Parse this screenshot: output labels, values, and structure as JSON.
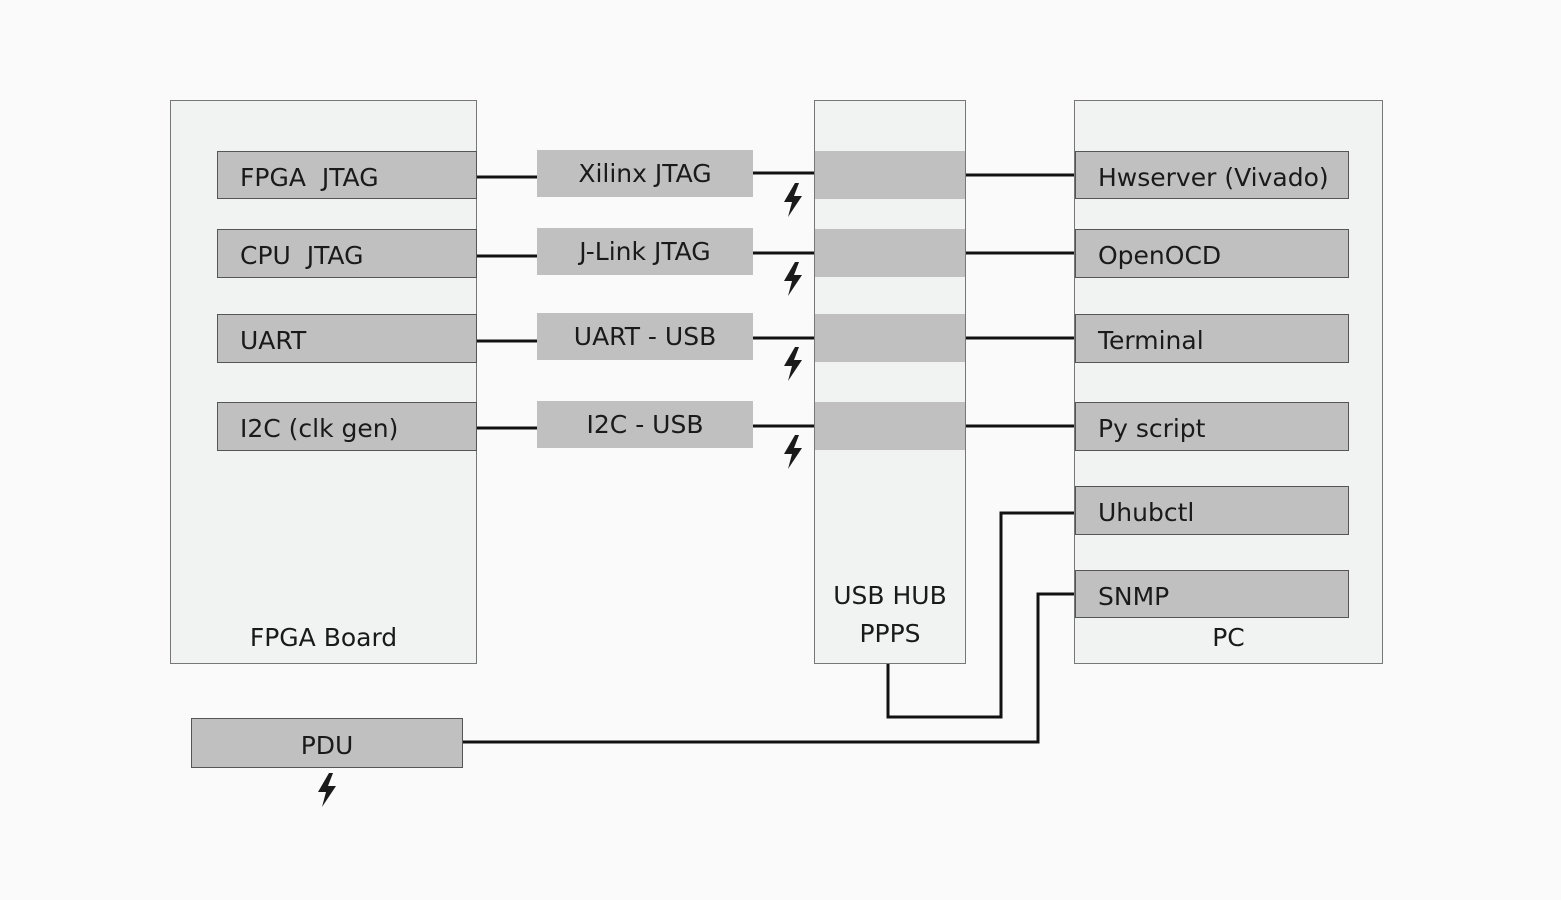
{
  "fpga_board": {
    "title": "FPGA Board",
    "ports": [
      "FPGA  JTAG",
      "CPU  JTAG",
      "UART",
      "I2C (clk gen)"
    ]
  },
  "adapters": [
    "Xilinx JTAG",
    "J-Link JTAG",
    "UART - USB",
    "I2C - USB"
  ],
  "usb_hub": {
    "title_line1": "USB HUB",
    "title_line2": "PPPS",
    "powered_ports": 4
  },
  "pc": {
    "title": "PC",
    "services": [
      "Hwserver (Vivado)",
      "OpenOCD",
      "Terminal",
      "Py script",
      "Uhubctl",
      "SNMP"
    ]
  },
  "pdu": {
    "label": "PDU"
  },
  "icons": {
    "power": "lightning-bolt-icon"
  }
}
